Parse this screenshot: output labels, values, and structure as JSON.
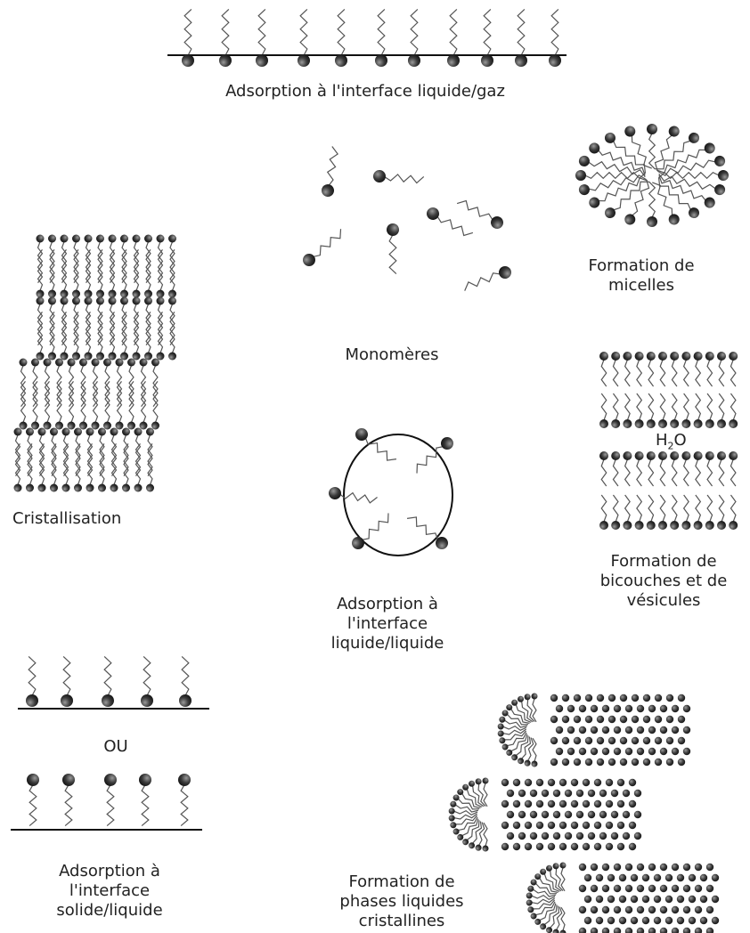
{
  "labels": {
    "liquide_gaz": "Adsorption à l'interface liquide/gaz",
    "micelles_1": "Formation de",
    "micelles_2": "micelles",
    "monomeres": "Monomères",
    "cristallisation": "Cristallisation",
    "h2o_h": "H",
    "h2o_sub": "2",
    "h2o_o": "O",
    "bicouches_1": "Formation de",
    "bicouches_2": "bicouches et de",
    "bicouches_3": "vésicules",
    "liquide_liquide_1": "Adsorption à",
    "liquide_liquide_2": "l'interface",
    "liquide_liquide_3": "liquide/liquide",
    "ou": "OU",
    "solide_liquide_1": "Adsorption à",
    "solide_liquide_2": "l'interface",
    "solide_liquide_3": "solide/liquide",
    "phases_1": "Formation de",
    "phases_2": "phases liquides",
    "phases_3": "cristallines"
  },
  "colors": {
    "head": "#3a3a3a",
    "tail": "#555555",
    "line": "#111111",
    "text": "#222222"
  }
}
